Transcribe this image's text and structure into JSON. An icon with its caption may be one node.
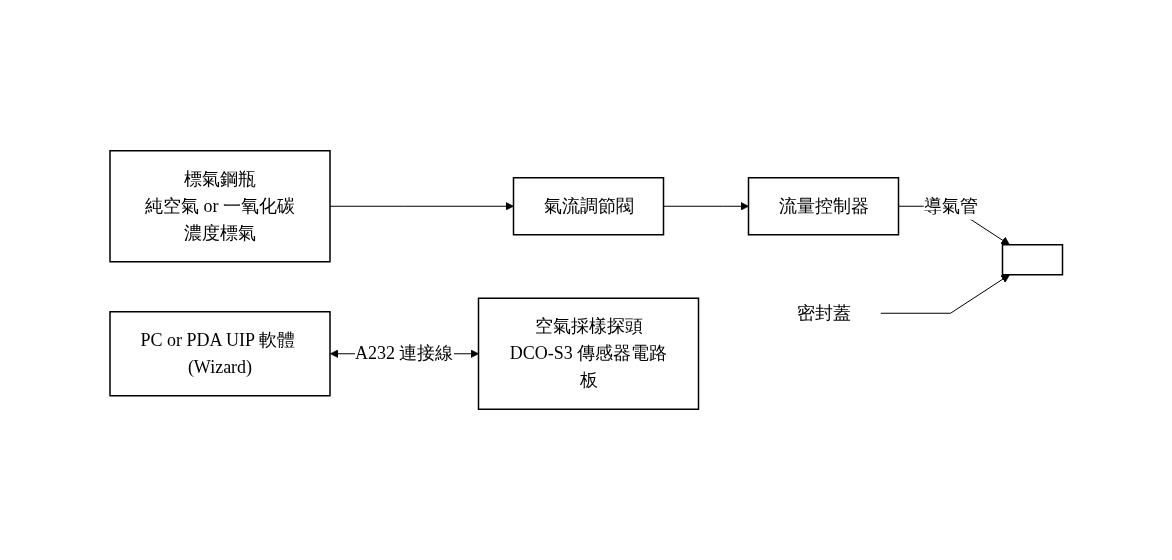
{
  "diagram": {
    "nodes": [
      {
        "text": [
          "標氣鋼瓶",
          "純空氣 or 一氧化碳濃度標氣"
        ]
      },
      {
        "text": [
          "氣流調節閥"
        ]
      },
      {
        "text": [
          "流量控制器"
        ]
      },
      {
        "text": [],
        "shape": "box"
      },
      {
        "text": [
          "空氣採樣探頭",
          "DCO-S3 傳感器電路板"
        ]
      },
      {
        "text": [
          "密封蓋"
        ]
      },
      {
        "text": [
          "PC or PDA UIP 軟體 (Wizard)"
        ]
      }
    ],
    "edges": [
      {
        "from": 0,
        "to": 1,
        "arrow": "to"
      },
      {
        "from": 1,
        "to": 2,
        "arrow": "to"
      },
      {
        "from": 2,
        "to": 3,
        "arrow": "to",
        "label": "導氣管"
      },
      {
        "from": 5,
        "to": 3,
        "arrow": "to"
      },
      {
        "from": 6,
        "to": 4,
        "arrow": "both",
        "label": "A232 連接線"
      }
    ]
  }
}
